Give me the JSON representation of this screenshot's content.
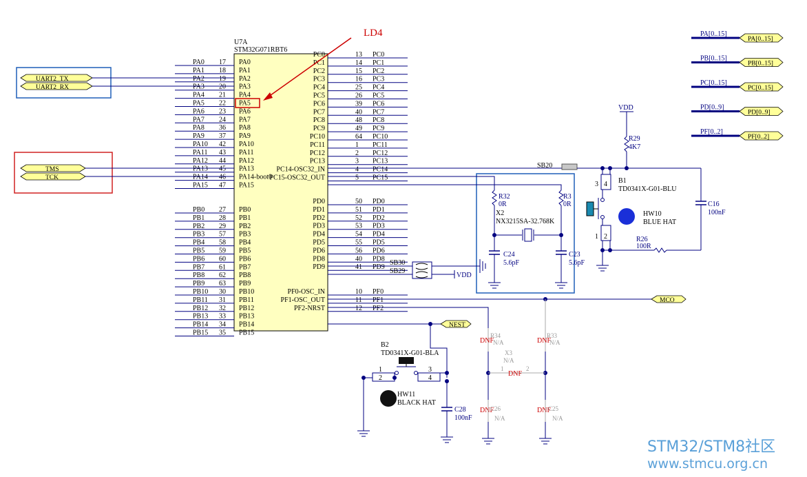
{
  "ic": {
    "ref": "U7A",
    "part": "STM32G071RBT6",
    "left_pins": [
      {
        "name": "PA0",
        "num": "17",
        "net": "PA0"
      },
      {
        "name": "PA1",
        "num": "18",
        "net": "PA1"
      },
      {
        "name": "PA2",
        "num": "19",
        "net": "PA2"
      },
      {
        "name": "PA3",
        "num": "20",
        "net": "PA3"
      },
      {
        "name": "PA4",
        "num": "21",
        "net": "PA4"
      },
      {
        "name": "PA5",
        "num": "22",
        "net": "PA5"
      },
      {
        "name": "PA6",
        "num": "23",
        "net": "PA6"
      },
      {
        "name": "PA7",
        "num": "24",
        "net": "PA7"
      },
      {
        "name": "PA8",
        "num": "36",
        "net": "PA8"
      },
      {
        "name": "PA9",
        "num": "37",
        "net": "PA9"
      },
      {
        "name": "PA10",
        "num": "42",
        "net": "PA10"
      },
      {
        "name": "PA11",
        "num": "43",
        "net": "PA11"
      },
      {
        "name": "PA12",
        "num": "44",
        "net": "PA12"
      },
      {
        "name": "PA13",
        "num": "45",
        "net": "PA13"
      },
      {
        "name": "PA14-boot0",
        "num": "46",
        "net": "PA14"
      },
      {
        "name": "PA15",
        "num": "47",
        "net": "PA15"
      },
      {
        "name": "PB0",
        "num": "27",
        "net": "PB0"
      },
      {
        "name": "PB1",
        "num": "28",
        "net": "PB1"
      },
      {
        "name": "PB2",
        "num": "29",
        "net": "PB2"
      },
      {
        "name": "PB3",
        "num": "57",
        "net": "PB3"
      },
      {
        "name": "PB4",
        "num": "58",
        "net": "PB4"
      },
      {
        "name": "PB5",
        "num": "59",
        "net": "PB5"
      },
      {
        "name": "PB6",
        "num": "60",
        "net": "PB6"
      },
      {
        "name": "PB7",
        "num": "61",
        "net": "PB7"
      },
      {
        "name": "PB8",
        "num": "62",
        "net": "PB8"
      },
      {
        "name": "PB9",
        "num": "63",
        "net": "PB9"
      },
      {
        "name": "PB10",
        "num": "30",
        "net": "PB10"
      },
      {
        "name": "PB11",
        "num": "31",
        "net": "PB11"
      },
      {
        "name": "PB12",
        "num": "32",
        "net": "PB12"
      },
      {
        "name": "PB13",
        "num": "33",
        "net": "PB13"
      },
      {
        "name": "PB14",
        "num": "34",
        "net": "PB14"
      },
      {
        "name": "PB15",
        "num": "35",
        "net": "PB15"
      }
    ],
    "right_pins_top": [
      {
        "name": "PC0",
        "num": "13",
        "net": "PC0"
      },
      {
        "name": "PC1",
        "num": "14",
        "net": "PC1"
      },
      {
        "name": "PC2",
        "num": "15",
        "net": "PC2"
      },
      {
        "name": "PC3",
        "num": "16",
        "net": "PC3"
      },
      {
        "name": "PC4",
        "num": "25",
        "net": "PC4"
      },
      {
        "name": "PC5",
        "num": "26",
        "net": "PC5"
      },
      {
        "name": "PC6",
        "num": "39",
        "net": "PC6"
      },
      {
        "name": "PC7",
        "num": "40",
        "net": "PC7"
      },
      {
        "name": "PC8",
        "num": "48",
        "net": "PC8"
      },
      {
        "name": "PC9",
        "num": "49",
        "net": "PC9"
      },
      {
        "name": "PC10",
        "num": "64",
        "net": "PC10"
      },
      {
        "name": "PC11",
        "num": "1",
        "net": "PC11"
      },
      {
        "name": "PC12",
        "num": "2",
        "net": "PC12"
      },
      {
        "name": "PC13",
        "num": "3",
        "net": "PC13"
      },
      {
        "name": "PC14-OSC32_IN",
        "num": "4",
        "net": "PC14"
      },
      {
        "name": "PC15-OSC32_OUT",
        "num": "5",
        "net": "PC15"
      }
    ],
    "right_pins_mid": [
      {
        "name": "PD0",
        "num": "50",
        "net": "PD0"
      },
      {
        "name": "PD1",
        "num": "51",
        "net": "PD1"
      },
      {
        "name": "PD2",
        "num": "52",
        "net": "PD2"
      },
      {
        "name": "PD3",
        "num": "53",
        "net": "PD3"
      },
      {
        "name": "PD4",
        "num": "54",
        "net": "PD4"
      },
      {
        "name": "PD5",
        "num": "55",
        "net": "PD5"
      },
      {
        "name": "PD6",
        "num": "56",
        "net": "PD6"
      },
      {
        "name": "PD8",
        "num": "40",
        "net": "PD8"
      },
      {
        "name": "PD9",
        "num": "41",
        "net": "PD9"
      }
    ],
    "right_pins_bot": [
      {
        "name": "PF0-OSC_IN",
        "num": "10",
        "net": "PF0"
      },
      {
        "name": "PF1-OSC_OUT",
        "num": "11",
        "net": "PF1"
      },
      {
        "name": "PF2-NRST",
        "num": "12",
        "net": "PF2"
      }
    ]
  },
  "annotation": {
    "ld4": "LD4"
  },
  "ports_left": {
    "uart_tx": "UART2_TX",
    "uart_rx": "UART2_RX",
    "tms": "TMS",
    "tck": "TCK"
  },
  "buses": [
    {
      "net": "PA[0..15]",
      "port": "PA[0..15]"
    },
    {
      "net": "PB[0..15]",
      "port": "PB[0..15]"
    },
    {
      "net": "PC[0..15]",
      "port": "PC[0..15]"
    },
    {
      "net": "PD[0..9]",
      "port": "PD[0..9]"
    },
    {
      "net": "PF[0..2]",
      "port": "PF[0..2]"
    }
  ],
  "components": {
    "vdd": "VDD",
    "r29_ref": "R29",
    "r29_val": "4K7",
    "sb20": "SB20",
    "b1_ref": "B1",
    "b1_part": "TD0341X-G01-BLU",
    "hw10_ref": "HW10",
    "hw10_val": "BLUE HAT",
    "c16_ref": "C16",
    "c16_val": "100nF",
    "r26_ref": "R26",
    "r26_val": "100R",
    "r32_ref": "R32",
    "r32_val": "0R",
    "r3_ref": "R3",
    "r3_val": "0R",
    "x2_ref": "X2",
    "x2_part": "NX3215SA-32.768K",
    "c24_ref": "C24",
    "c24_val": "5.6pF",
    "c23_ref": "C23",
    "c23_val": "5.6pF",
    "sb30": "SB30",
    "sb29": "SB29",
    "vdd2": "VDD",
    "mco": "MCO",
    "nrst": "NEST",
    "b2_ref": "B2",
    "b2_part": "TD0341X-G01-BLA",
    "hw11_ref": "HW11",
    "hw11_val": "BLACK HAT",
    "c28_ref": "C28",
    "c28_val": "100nF",
    "r34_ref": "R34",
    "r34_val": "N/A",
    "r33_ref": "R33",
    "r33_val": "N/A",
    "x3_ref": "X3",
    "x3_val": "N/A",
    "c26_ref": "C26",
    "c26_val": "N/A",
    "c25_ref": "C25",
    "c25_val": "N/A",
    "dnf": "DNF",
    "pin1": "1",
    "pin2": "2",
    "pin3": "3",
    "pin4": "4"
  },
  "watermark": {
    "line1": "STM32/STM8社区",
    "line2": "www.stmcu.org.cn"
  },
  "colors": {
    "wire": "#000080",
    "ic_fill": "#ffffc0",
    "highlight": "#cc0000",
    "frame_blue": "#1f5fb8",
    "frame_red": "#d02020",
    "watermark": "#5aa0d8"
  }
}
